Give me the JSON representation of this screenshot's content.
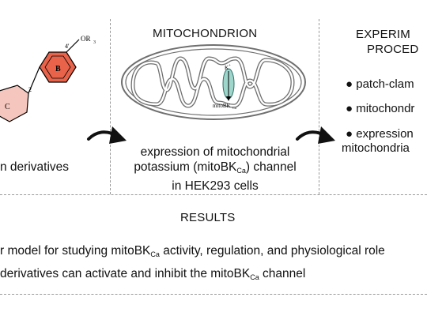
{
  "left_panel": {
    "ring_b_label": "B",
    "position_4prime": "4'",
    "substituent": "OR",
    "substituent_sub": "3",
    "position_2": "2",
    "ring_c_label": "C",
    "caption": "n derivatives"
  },
  "middle_panel": {
    "title": "MITOCHONDRION",
    "ion_label": "K",
    "ion_charge": "+",
    "channel_label": "mitoBK",
    "channel_sub": "Ca",
    "caption_line1": "expression of mitochondrial",
    "caption_line2_pre": "potassium (mitoBK",
    "caption_line2_sub": "Ca",
    "caption_line2_post": ") channel",
    "caption_line3": "in HEK293 cells"
  },
  "right_panel": {
    "title_line1": "EXPERIM",
    "title_line2": "PROCED",
    "bullets": [
      "● patch-clam",
      "● mitochondr",
      "● expression",
      "mitochondria"
    ]
  },
  "results": {
    "heading": "RESULTS",
    "line1_pre": "r model for studying mitoBK",
    "line1_sub": "Ca",
    "line1_post": " activity, regulation, and physiological role",
    "line2_pre": "derivatives can activate and inhibit the mitoBK",
    "line2_sub": "Ca",
    "line2_post": " channel"
  },
  "colors": {
    "ring_b_fill": "#e8634a",
    "ring_c_fill": "#f5c6bd",
    "channel_fill": "#9fd6cc",
    "membrane_stroke": "#6f6f6f",
    "divider": "#9a9a9a",
    "arrow": "#111111"
  }
}
